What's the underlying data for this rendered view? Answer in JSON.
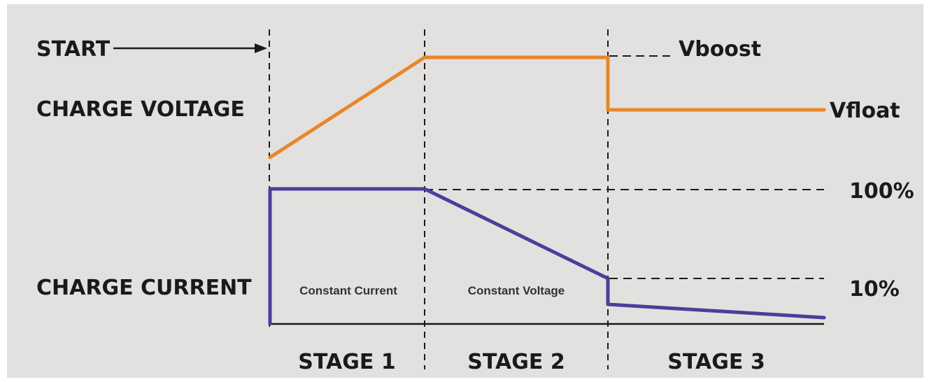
{
  "labels": {
    "start": "START",
    "charge_voltage": "CHARGE VOLTAGE",
    "charge_current": "CHARGE CURRENT",
    "vboost": "Vboost",
    "vfloat": "Vfloat",
    "pct_100": "100%",
    "pct_10": "10%",
    "constant_current": "Constant Current",
    "constant_voltage": "Constant Voltage",
    "stage_1": "STAGE 1",
    "stage_2": "STAGE 2",
    "stage_3": "STAGE 3"
  },
  "colors": {
    "background": "#e3e1df",
    "voltage_line": "#e8862a",
    "current_line": "#4a3f9a",
    "ink": "#1a1a1a"
  }
}
